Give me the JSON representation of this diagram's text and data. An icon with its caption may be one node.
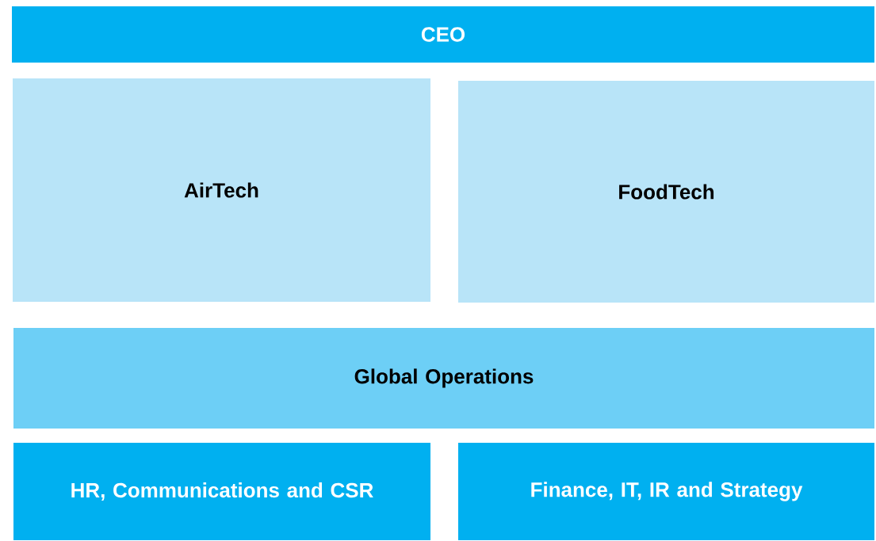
{
  "diagram": {
    "nodes": [
      {
        "text": [
          "CEO"
        ]
      },
      {
        "text": [
          "AirTech"
        ]
      },
      {
        "text": [
          "FoodTech"
        ]
      },
      {
        "text": [
          "Global Operations"
        ]
      },
      {
        "text": [
          "HR, Communications and CSR"
        ]
      },
      {
        "text": [
          "Finance, IT, IR and Strategy"
        ]
      }
    ]
  }
}
